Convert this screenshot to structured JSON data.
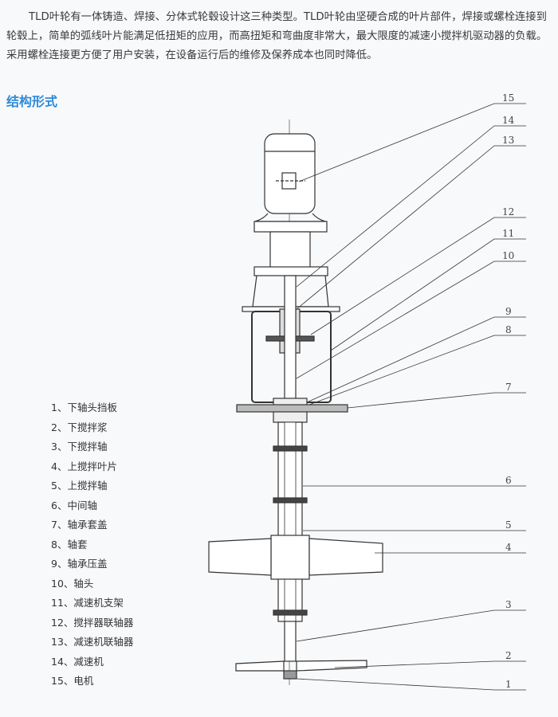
{
  "intro_text": "TLD叶轮有一体铸造、焊接、分体式轮毂设计这三种类型。TLD叶轮由坚硬合成的叶片部件，焊接或螺栓连接到轮毂上，简单的弧线叶片能满足低扭矩的应用，而高扭矩和弯曲度非常大，最大限度的减速小搅拌机驱动器的负载。采用螺栓连接更方便了用户安装，在设备运行后的维修及保养成本也同时降低。",
  "section_heading": "结构形式",
  "heading_color": "#2e8ad8",
  "parts": [
    "1、下轴头挡板",
    "2、下搅拌浆",
    "3、下搅拌轴",
    "4、上搅拌叶片",
    "5、上搅拌轴",
    "6、中间轴",
    "7、轴承套盖",
    "8、轴套",
    "9、轴承压盖",
    "10、轴头",
    "11、减速机支架",
    "12、搅拌器联轴器",
    "13、减速机联轴器",
    "14、减速机",
    "15、电机"
  ],
  "callouts": [
    "15",
    "14",
    "13",
    "12",
    "11",
    "10",
    "9",
    "8",
    "7",
    "6",
    "5",
    "4",
    "3",
    "2",
    "1"
  ]
}
